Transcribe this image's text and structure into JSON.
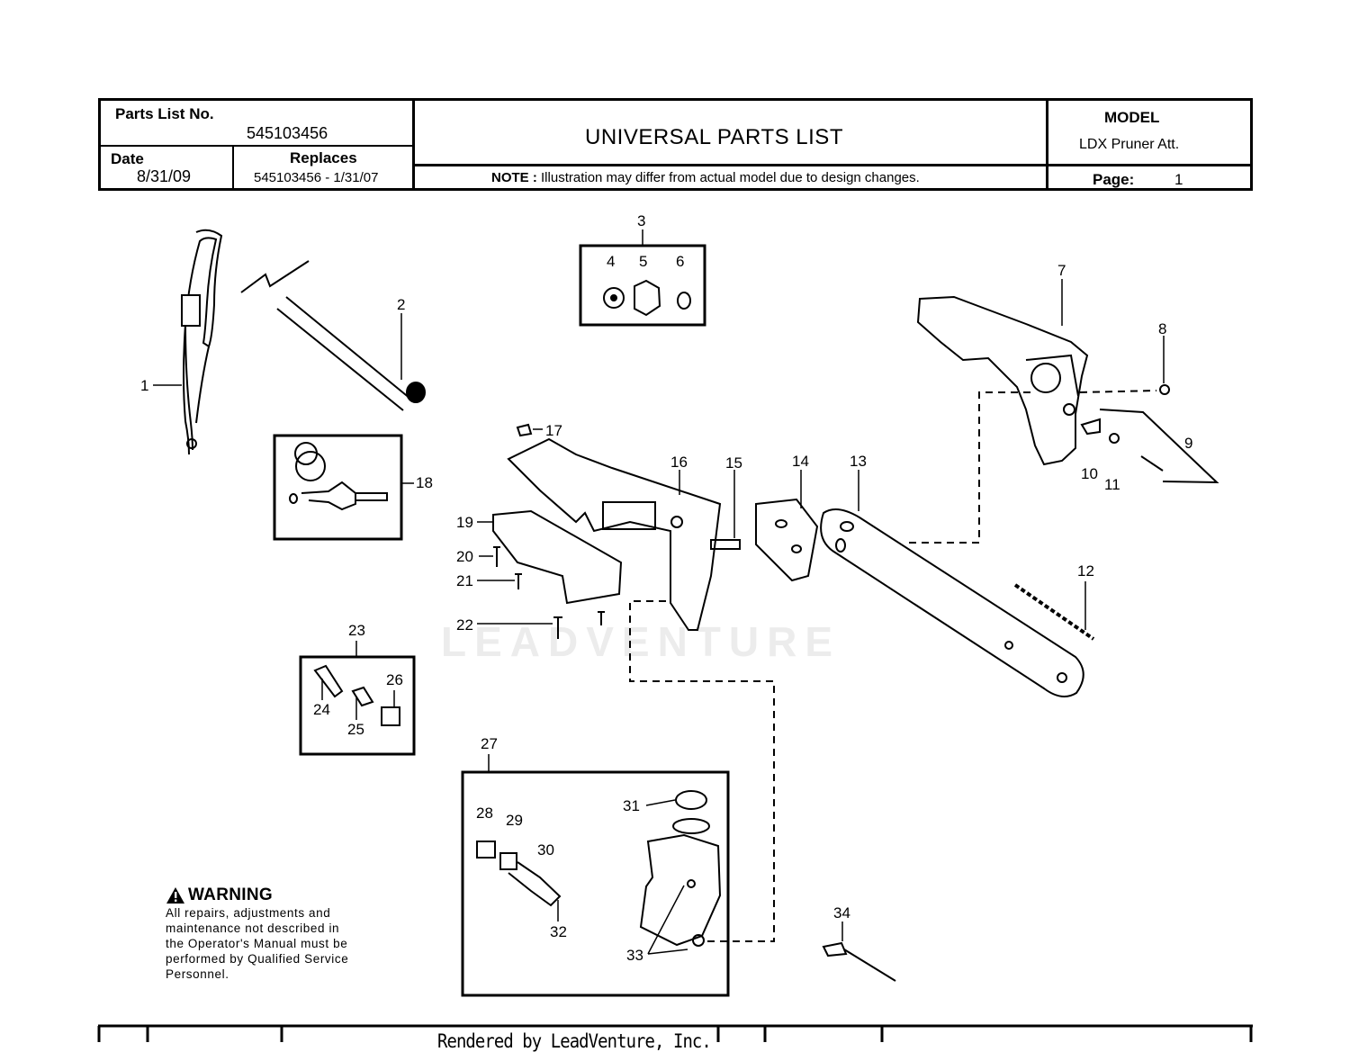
{
  "header": {
    "parts_list_label": "Parts List No.",
    "parts_list_no": "545103456",
    "date_label": "Date",
    "date_value": "8/31/09",
    "replaces_label": "Replaces",
    "replaces_value": "545103456 - 1/31/07",
    "title": "UNIVERSAL PARTS LIST",
    "note_label": "NOTE :",
    "note_text": "Illustration may differ from actual model due to design changes.",
    "model_label": "MODEL",
    "model_value": "LDX Pruner Att.",
    "page_label": "Page:",
    "page_value": "1"
  },
  "callouts": [
    "1",
    "2",
    "3",
    "4",
    "5",
    "6",
    "7",
    "8",
    "9",
    "10",
    "11",
    "12",
    "13",
    "14",
    "15",
    "16",
    "17",
    "18",
    "19",
    "20",
    "21",
    "22",
    "23",
    "24",
    "25",
    "26",
    "27",
    "28",
    "29",
    "30",
    "31",
    "32",
    "33",
    "34"
  ],
  "warning": {
    "title": "WARNING",
    "body_lines": [
      "All repairs, adjustments and",
      "maintenance not described in",
      "the Operator's Manual must be",
      "performed by Qualified Service",
      "Personnel."
    ]
  },
  "watermark": "LEADVENTURE",
  "footer": "Rendered by LeadVenture, Inc."
}
